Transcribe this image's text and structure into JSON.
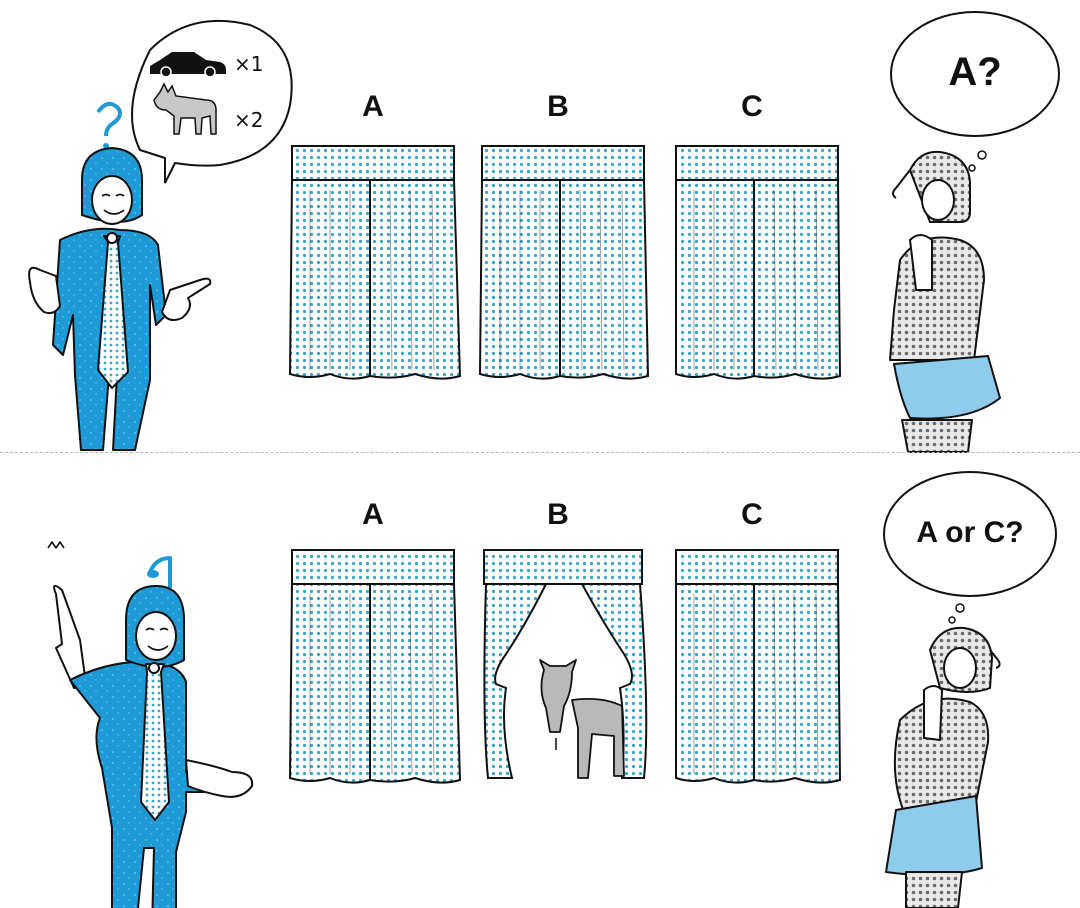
{
  "colors": {
    "host_blue": "#1e9ad6",
    "curtain_dot": "#3aa6c9",
    "skirt_blue": "#8fcbea",
    "donkey_gray": "#b9b9b9",
    "ink": "#111111"
  },
  "top_panel": {
    "doors": [
      {
        "label": "A",
        "state": "closed"
      },
      {
        "label": "B",
        "state": "closed"
      },
      {
        "label": "C",
        "state": "closed"
      }
    ],
    "host_question_mark": "?",
    "host_bubble": {
      "car_icon": "car-icon",
      "car_count": "×1",
      "donkey_icon": "donkey-icon",
      "donkey_count": "×2"
    },
    "contestant_bubble": "A?"
  },
  "bottom_panel": {
    "doors": [
      {
        "label": "A",
        "state": "closed"
      },
      {
        "label": "B",
        "state": "open-donkey"
      },
      {
        "label": "C",
        "state": "closed"
      }
    ],
    "host_note_icon": "music-note-icon",
    "contestant_bubble": "A or C?"
  }
}
